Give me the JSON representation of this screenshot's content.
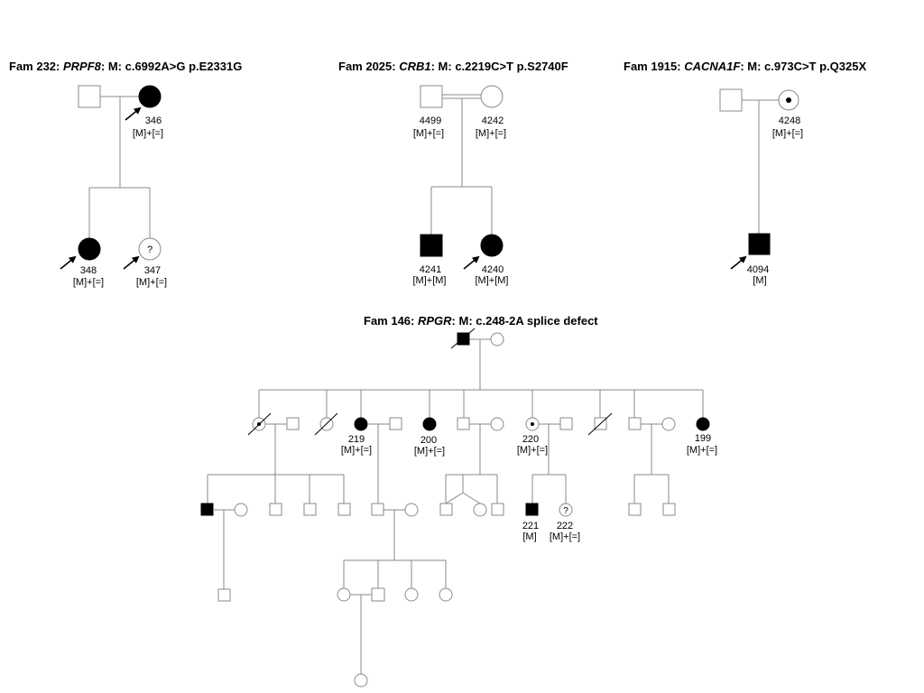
{
  "families": [
    {
      "title_prefix": "Fam 232: ",
      "gene": "PRPF8",
      "title_suffix": ": M: c.6992A>G p.E2331G",
      "members": [
        {
          "id": "346",
          "genotype": "[M]+[=]"
        },
        {
          "id": "348",
          "genotype": "[M]+[=]"
        },
        {
          "id": "347",
          "genotype": "[M]+[=]",
          "mark": "?"
        }
      ]
    },
    {
      "title_prefix": "Fam 2025: ",
      "gene": "CRB1",
      "title_suffix": ": M: c.2219C>T p.S2740F",
      "members": [
        {
          "id": "4499",
          "genotype": "[M]+[=]"
        },
        {
          "id": "4242",
          "genotype": "[M]+[=]"
        },
        {
          "id": "4241",
          "genotype": "[M]+[M]"
        },
        {
          "id": "4240",
          "genotype": "[M]+[M]"
        }
      ]
    },
    {
      "title_prefix": "Fam 1915: ",
      "gene": "CACNA1F",
      "title_suffix": ": M: c.973C>T p.Q325X",
      "members": [
        {
          "id": "4248",
          "genotype": "[M]+[=]"
        },
        {
          "id": "4094",
          "genotype": "[M]"
        }
      ]
    },
    {
      "title_prefix": "Fam 146: ",
      "gene": "RPGR",
      "title_suffix": ": M: c.248-2A splice defect",
      "members": [
        {
          "id": "219",
          "genotype": "[M]+[=]"
        },
        {
          "id": "200",
          "genotype": "[M]+[=]"
        },
        {
          "id": "220",
          "genotype": "[M]+[=]"
        },
        {
          "id": "199",
          "genotype": "[M]+[=]"
        },
        {
          "id": "221",
          "genotype": "[M]"
        },
        {
          "id": "222",
          "genotype": "[M]+[=]",
          "mark": "?"
        }
      ]
    }
  ]
}
